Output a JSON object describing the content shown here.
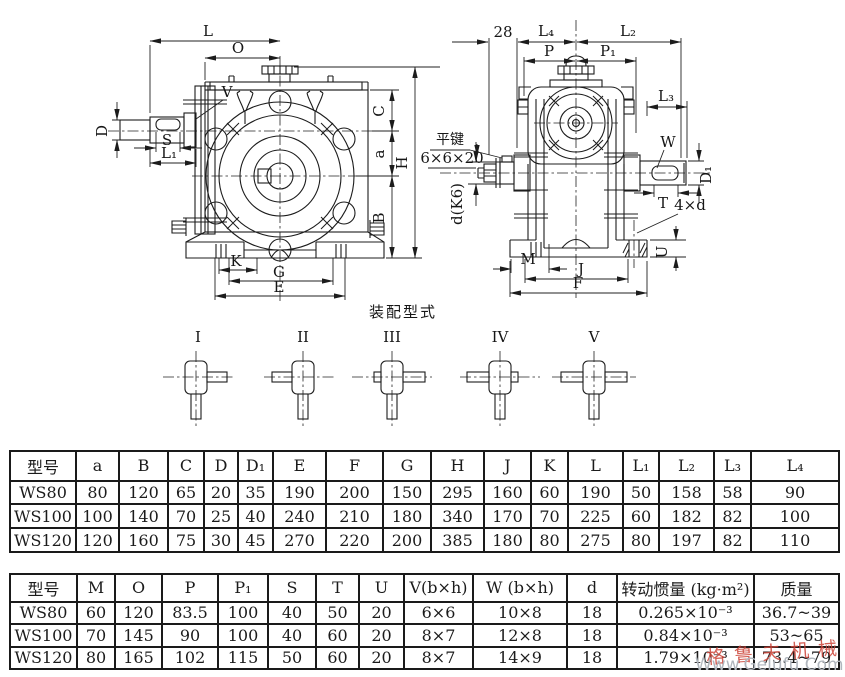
{
  "colors": {
    "ink": "#1c1c1c",
    "background": "#ffffff",
    "watermark_red": "#cc4438",
    "watermark_gray": "#b0b6bd"
  },
  "left_view": {
    "labels": {
      "L": "L",
      "O": "O",
      "V": "V",
      "D": "D",
      "S": "S",
      "L1": "L₁",
      "C": "C",
      "a": "a",
      "H": "H",
      "B": "B",
      "K": "K",
      "G": "G",
      "E": "E"
    }
  },
  "right_view": {
    "labels": {
      "dim28": "28",
      "L4": "L₄",
      "L2": "L₂",
      "P": "P",
      "P1": "P₁",
      "L3": "L₃",
      "W": "W",
      "D1": "D₁",
      "T": "T",
      "U": "U",
      "M": "M",
      "J": "J",
      "F": "F",
      "dK6": "d(K6)",
      "flat_key_line1": "平键",
      "flat_key_line2": "6×6×20",
      "holes": "4×d"
    }
  },
  "assembly": {
    "title": "装配型式",
    "types": [
      "I",
      "II",
      "III",
      "IV",
      "V"
    ]
  },
  "table1": {
    "headers": [
      "型号",
      "a",
      "B",
      "C",
      "D",
      "D₁",
      "E",
      "F",
      "G",
      "H",
      "J",
      "K",
      "L",
      "L₁",
      "L₂",
      "L₃",
      "L₄"
    ],
    "rows": [
      [
        "WS80",
        "80",
        "120",
        "65",
        "20",
        "35",
        "190",
        "200",
        "150",
        "295",
        "160",
        "60",
        "190",
        "50",
        "158",
        "58",
        "90"
      ],
      [
        "WS100",
        "100",
        "140",
        "70",
        "25",
        "40",
        "240",
        "210",
        "180",
        "340",
        "170",
        "70",
        "225",
        "60",
        "182",
        "82",
        "100"
      ],
      [
        "WS120",
        "120",
        "160",
        "75",
        "30",
        "45",
        "270",
        "220",
        "200",
        "385",
        "180",
        "80",
        "275",
        "80",
        "197",
        "82",
        "110"
      ]
    ]
  },
  "table2": {
    "headers": [
      "型号",
      "M",
      "O",
      "P",
      "P₁",
      "S",
      "T",
      "U",
      "V(b×h)",
      "W (b×h)",
      "d",
      "转动惯量 (kg·m²)",
      "质量"
    ],
    "rows": [
      [
        "WS80",
        "60",
        "120",
        "83.5",
        "100",
        "40",
        "50",
        "20",
        "6×6",
        "10×8",
        "18",
        "0.265×10⁻³",
        "36.7~39"
      ],
      [
        "WS100",
        "70",
        "145",
        "90",
        "100",
        "40",
        "60",
        "20",
        "8×7",
        "12×8",
        "18",
        "0.84×10⁻³",
        "53~65"
      ],
      [
        "WS120",
        "80",
        "165",
        "102",
        "115",
        "50",
        "60",
        "20",
        "8×7",
        "14×9",
        "18",
        "1.79×10⁻³",
        "73.4~79"
      ]
    ]
  },
  "watermark": {
    "brand_cn": "格鲁夫机械",
    "brand_url": "Www.Gelufu.Com"
  }
}
